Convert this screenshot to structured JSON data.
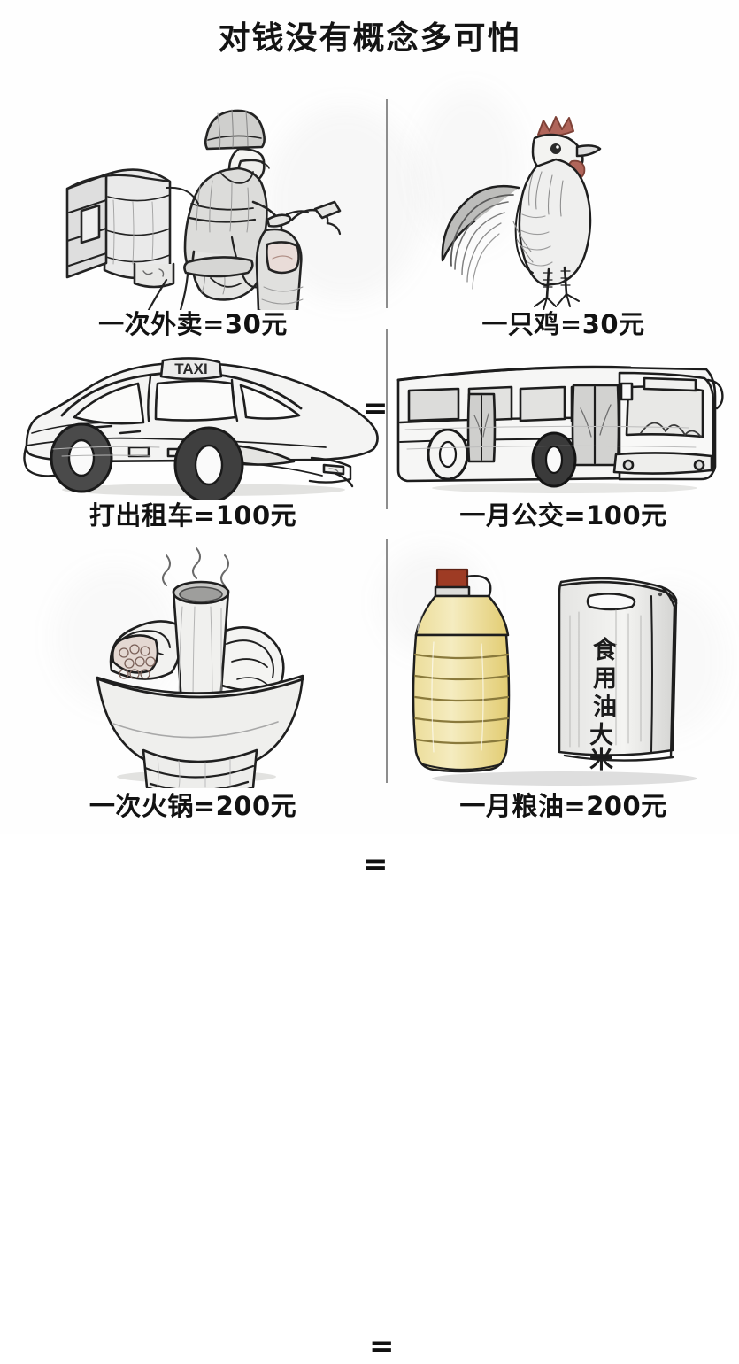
{
  "title": "对钱没有概念多可怕",
  "equals_sign": "=",
  "colors": {
    "background": "#ffffff",
    "ink": "#121212",
    "pencil": "#3a3a3a",
    "pencil_light": "#9b9b9b",
    "divider": "#8d8d8d",
    "comb_red": "#a8564a",
    "oil_yellow": "#e8d27a",
    "cap_red": "#9e3b24",
    "bag_gray": "#d8d8d6"
  },
  "rows": [
    {
      "left": {
        "illustration": "delivery-rider-scooter-sketch",
        "caption": "一次外卖=30元",
        "item": "一次外卖",
        "price": "30元"
      },
      "right": {
        "illustration": "rooster-sketch",
        "caption": "一只鸡=30元",
        "item": "一只鸡",
        "price": "30元"
      }
    },
    {
      "left": {
        "illustration": "taxi-car-sketch",
        "caption": "打出租车=100元",
        "item": "打出租车",
        "price": "100元",
        "label_on_art": "TAXI"
      },
      "right": {
        "illustration": "city-bus-sketch",
        "caption": "一月公交=100元",
        "item": "一月公交",
        "price": "100元"
      }
    },
    {
      "left": {
        "illustration": "hotpot-bowl-sketch",
        "caption": "一次火锅=200元",
        "item": "一次火锅",
        "price": "200元"
      },
      "right": {
        "illustration": "cooking-oil-and-rice-bag-sketch",
        "caption": "一月粮油=200元",
        "item": "一月粮油",
        "price": "200元",
        "oil_bottle_label": "食用油",
        "rice_bag_label": "大米"
      }
    }
  ]
}
